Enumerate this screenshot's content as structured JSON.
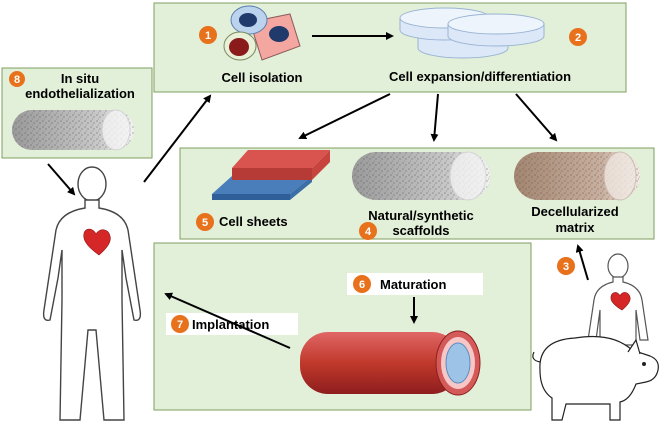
{
  "title": "",
  "steps": [
    {
      "number": "1",
      "label": "Cell isolation"
    },
    {
      "number": "2",
      "label": "Cell expansion/differentiation"
    },
    {
      "number": "3",
      "label": ""
    },
    {
      "number": "4",
      "label_line1": "Natural/synthetic",
      "label_line2": "scaffolds"
    },
    {
      "number": "5",
      "label": "Cell sheets"
    },
    {
      "number": "6",
      "label": "Maturation"
    },
    {
      "number": "7",
      "label": "Implantation"
    },
    {
      "number": "8",
      "label_line1": "In situ",
      "label_line2": "endothelialization"
    }
  ],
  "decellularized": {
    "line1": "Decellularized",
    "line2": "matrix"
  },
  "colors": {
    "panel_fill": "#e2efd9",
    "panel_border": "#7f9f5f",
    "badge": "#e8711c",
    "vessel_red": "#c0392b",
    "vessel_lumen": "#9dc3e6",
    "sheet_red": "#d9534f",
    "sheet_blue": "#4a7ebb",
    "heart": "#d62728"
  }
}
